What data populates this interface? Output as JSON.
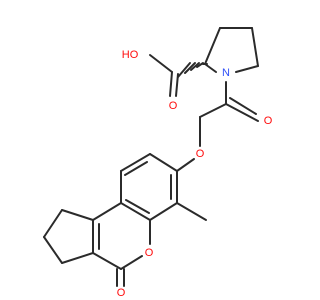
{
  "molecule": {
    "atoms": {
      "hydroxyl": "HO",
      "carboxyl_carbonyl_o": "O",
      "amide_n": "N",
      "amide_carbonyl_o": "O",
      "ether_o": "O",
      "ring_o": "O",
      "lactone_carbonyl_o": "O"
    },
    "colors": {
      "bond": "#2b2b2b",
      "oxygen": "#ff0d0d",
      "nitrogen": "#3050f8",
      "background": "#ffffff"
    }
  }
}
